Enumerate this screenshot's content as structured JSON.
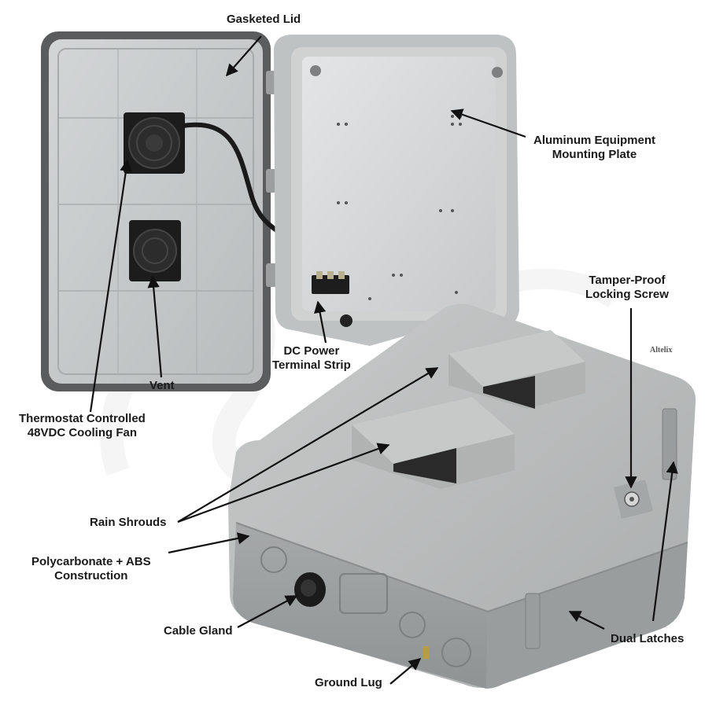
{
  "watermark": "Altelix",
  "brand_badge": "Altelix",
  "labels": {
    "gasketed_lid": "Gasketed Lid",
    "mounting_plate_line1": "Aluminum Equipment",
    "mounting_plate_line2": "Mounting Plate",
    "locking_screw_line1": "Tamper-Proof",
    "locking_screw_line2": "Locking Screw",
    "terminal_strip_line1": "DC Power",
    "terminal_strip_line2": "Terminal Strip",
    "vent": "Vent",
    "cooling_fan_line1": "Thermostat Controlled",
    "cooling_fan_line2": "48VDC Cooling Fan",
    "rain_shrouds": "Rain Shrouds",
    "construction_line1": "Polycarbonate + ABS",
    "construction_line2": "Construction",
    "cable_gland": "Cable Gland",
    "dual_latches": "Dual Latches",
    "ground_lug": "Ground Lug"
  },
  "colors": {
    "enclosure_gray": "#b9bcbc",
    "plate_silver": "#d6d7d8",
    "label_text": "#1a1a1a",
    "arrow": "#111111"
  }
}
